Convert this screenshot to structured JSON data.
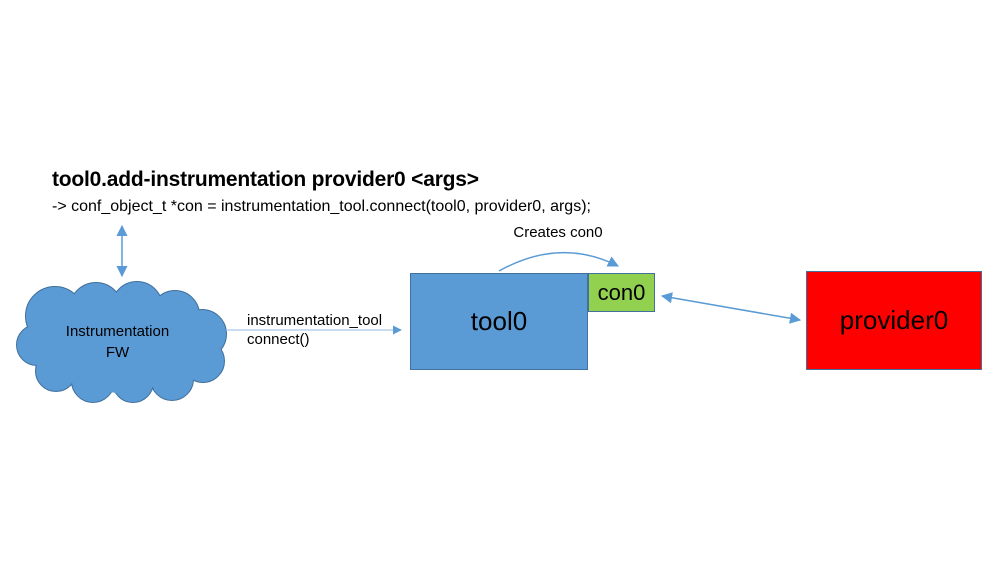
{
  "title": "tool0.add-instrumentation provider0 <args>",
  "subtitle": "-> conf_object_t *con = instrumentation_tool.connect(tool0, provider0, args);",
  "cloud": {
    "label_line1": "Instrumentation",
    "label_line2": "FW"
  },
  "connect_arrow": {
    "label_line1": "instrumentation_tool",
    "label_line2": "connect()"
  },
  "creates_arrow": {
    "label": "Creates con0"
  },
  "nodes": {
    "tool": {
      "label": "tool0"
    },
    "con": {
      "label": "con0"
    },
    "provider": {
      "label": "provider0"
    }
  },
  "colors": {
    "shape_blue": "#5B9BD5",
    "shape_blue_border": "#41719C",
    "shape_green": "#92D050",
    "shape_green_border": "#41719C",
    "shape_red": "#FF0000",
    "arrow_blue": "#5B9BD5",
    "arrow_light": "#A9C7E8",
    "text": "#000000"
  }
}
